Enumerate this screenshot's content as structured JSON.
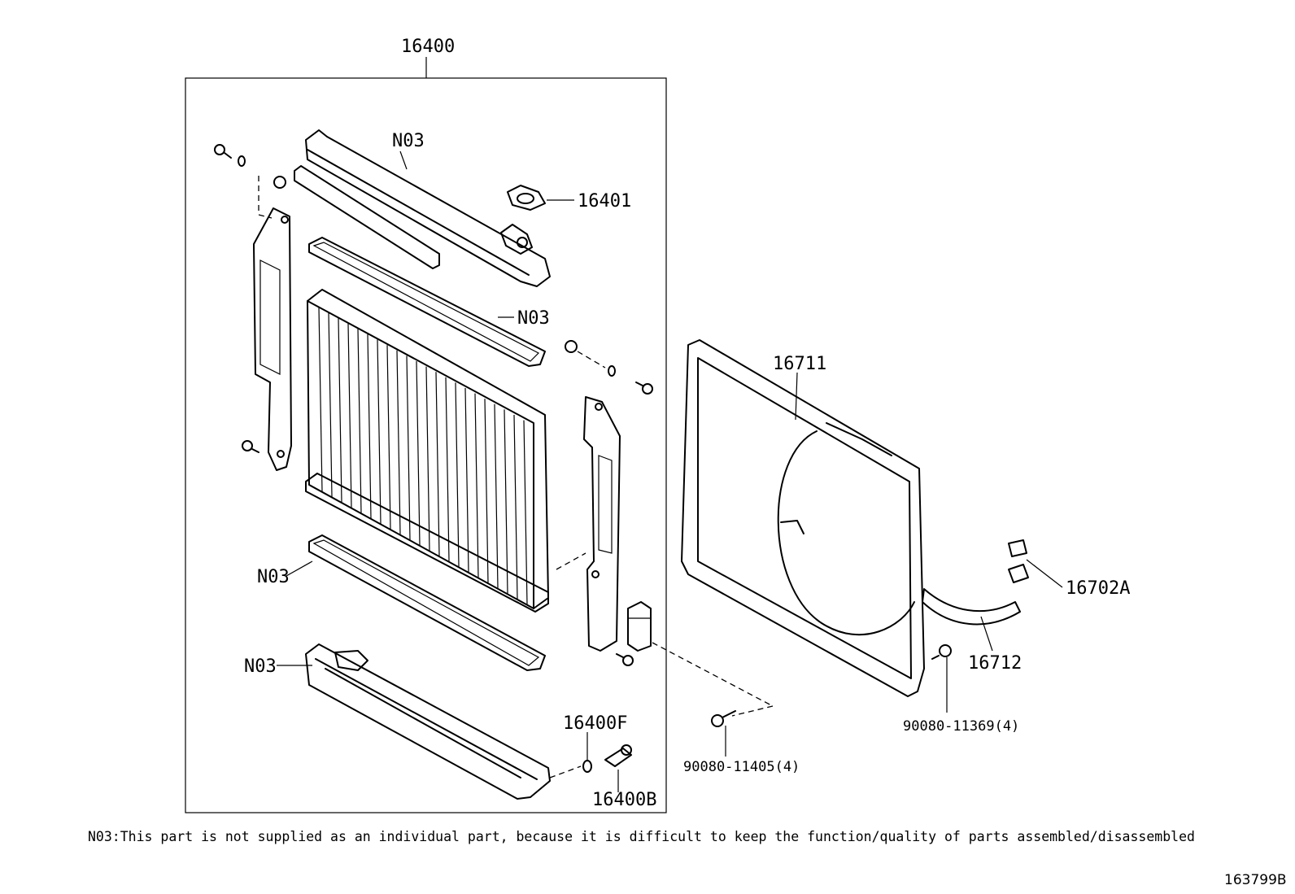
{
  "labels": {
    "assembly": "16400",
    "n03_upper_tank": "N03",
    "cap": "16401",
    "n03_upper_gasket": "N03",
    "n03_lower_gasket": "N03",
    "n03_lower_tank": "N03",
    "drain_gasket": "16400F",
    "drain_cock": "16400B",
    "shroud": "16711",
    "clip": "16702A",
    "shroud_lower": "16712",
    "bolt_a": "90080-11369(4)",
    "bolt_b": "90080-11405(4)"
  },
  "note": "N03:This part is not supplied as an individual part, because it is difficult to keep the function/quality of parts assembled/disassembled",
  "ref_code": "163799B"
}
